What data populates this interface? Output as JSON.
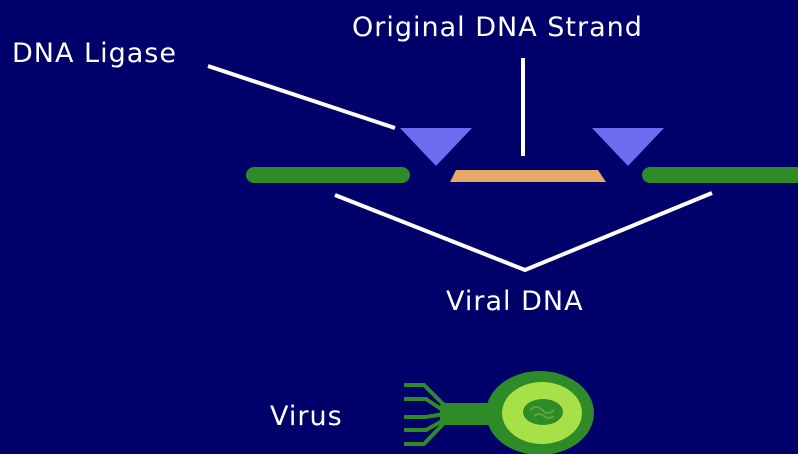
{
  "labels": {
    "dna_ligase": "DNA Ligase",
    "original_strand": "Original DNA Strand",
    "viral_dna": "Viral DNA",
    "virus": "Virus"
  },
  "colors": {
    "background": "#00006b",
    "viral_dna": "#2e8b27",
    "original_strand": "#e8a868",
    "ligase": "#6c6cf0",
    "leader_lines": "#ffffff",
    "virus_outer": "#2e8b27",
    "virus_inner": "#a8e048",
    "virus_core": "#2e8b27"
  }
}
